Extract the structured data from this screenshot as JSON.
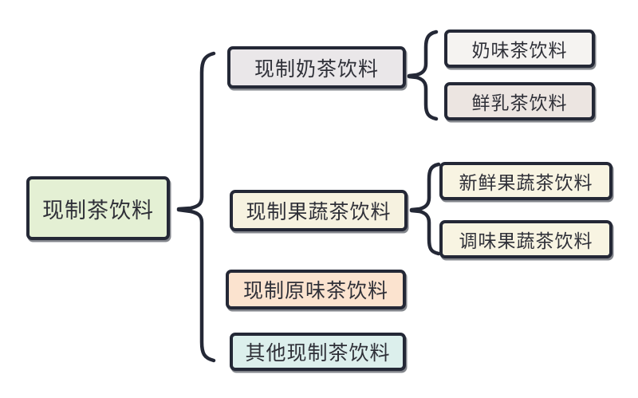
{
  "diagram": {
    "stroke_color": "#242836",
    "text_color": "#2f3038",
    "root": {
      "label": "现制茶饮料",
      "bg": "#e4f0d4"
    },
    "branches": [
      {
        "label": "现制奶茶饮料",
        "bg": "#eae7e9",
        "children": [
          {
            "label": "奶味茶饮料",
            "bg": "#f5f3f1"
          },
          {
            "label": "鲜乳茶饮料",
            "bg": "#ece5e1"
          }
        ]
      },
      {
        "label": "现制果蔬茶饮料",
        "bg": "#f6f2e0",
        "children": [
          {
            "label": "新鲜果蔬茶饮料",
            "bg": "#f8f4e2"
          },
          {
            "label": "调味果蔬茶饮料",
            "bg": "#f8f4e2"
          }
        ]
      },
      {
        "label": "现制原味茶饮料",
        "bg": "#fbe3cf",
        "children": []
      },
      {
        "label": "其他现制茶饮料",
        "bg": "#dcefec",
        "children": []
      }
    ]
  }
}
